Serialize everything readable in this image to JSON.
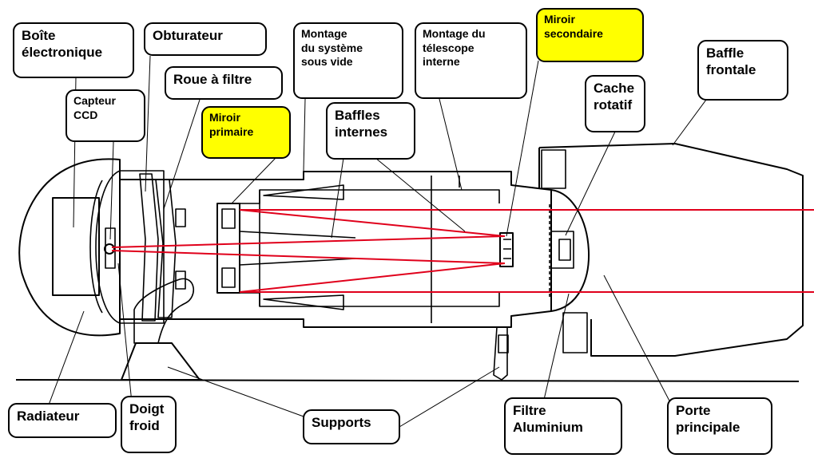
{
  "labels": {
    "boite": {
      "lines": [
        "Boîte",
        "électronique"
      ],
      "highlight": false
    },
    "obturateur": {
      "lines": [
        "Obturateur"
      ],
      "highlight": false
    },
    "montage_vide": {
      "lines": [
        "Montage",
        "du système",
        "sous vide"
      ],
      "highlight": false
    },
    "montage_tel": {
      "lines": [
        "Montage du",
        "télescope",
        "interne"
      ],
      "highlight": false
    },
    "miroir_sec": {
      "lines": [
        "Miroir",
        "secondaire"
      ],
      "highlight": true
    },
    "baffle_front": {
      "lines": [
        "Baffle",
        "frontale"
      ],
      "highlight": false
    },
    "roue": {
      "lines": [
        "Roue à filtre"
      ],
      "highlight": false
    },
    "capteur": {
      "lines": [
        "Capteur",
        "CCD"
      ],
      "highlight": false
    },
    "cache": {
      "lines": [
        "Cache",
        "rotatif"
      ],
      "highlight": false
    },
    "baffles_int": {
      "lines": [
        "Baffles",
        "internes"
      ],
      "highlight": false
    },
    "miroir_prim": {
      "lines": [
        "Miroir",
        "primaire"
      ],
      "highlight": true
    },
    "radiateur": {
      "lines": [
        "Radiateur"
      ],
      "highlight": false
    },
    "doigt": {
      "lines": [
        "Doigt",
        "froid"
      ],
      "highlight": false
    },
    "supports": {
      "lines": [
        "Supports"
      ],
      "highlight": false
    },
    "filtre": {
      "lines": [
        "Filtre",
        "Aluminium"
      ],
      "highlight": false
    },
    "porte": {
      "lines": [
        "Porte",
        "principale"
      ],
      "highlight": false
    }
  },
  "colors": {
    "line": "#000000",
    "light_ray": "#e0001b",
    "highlight": "#ffff00"
  }
}
